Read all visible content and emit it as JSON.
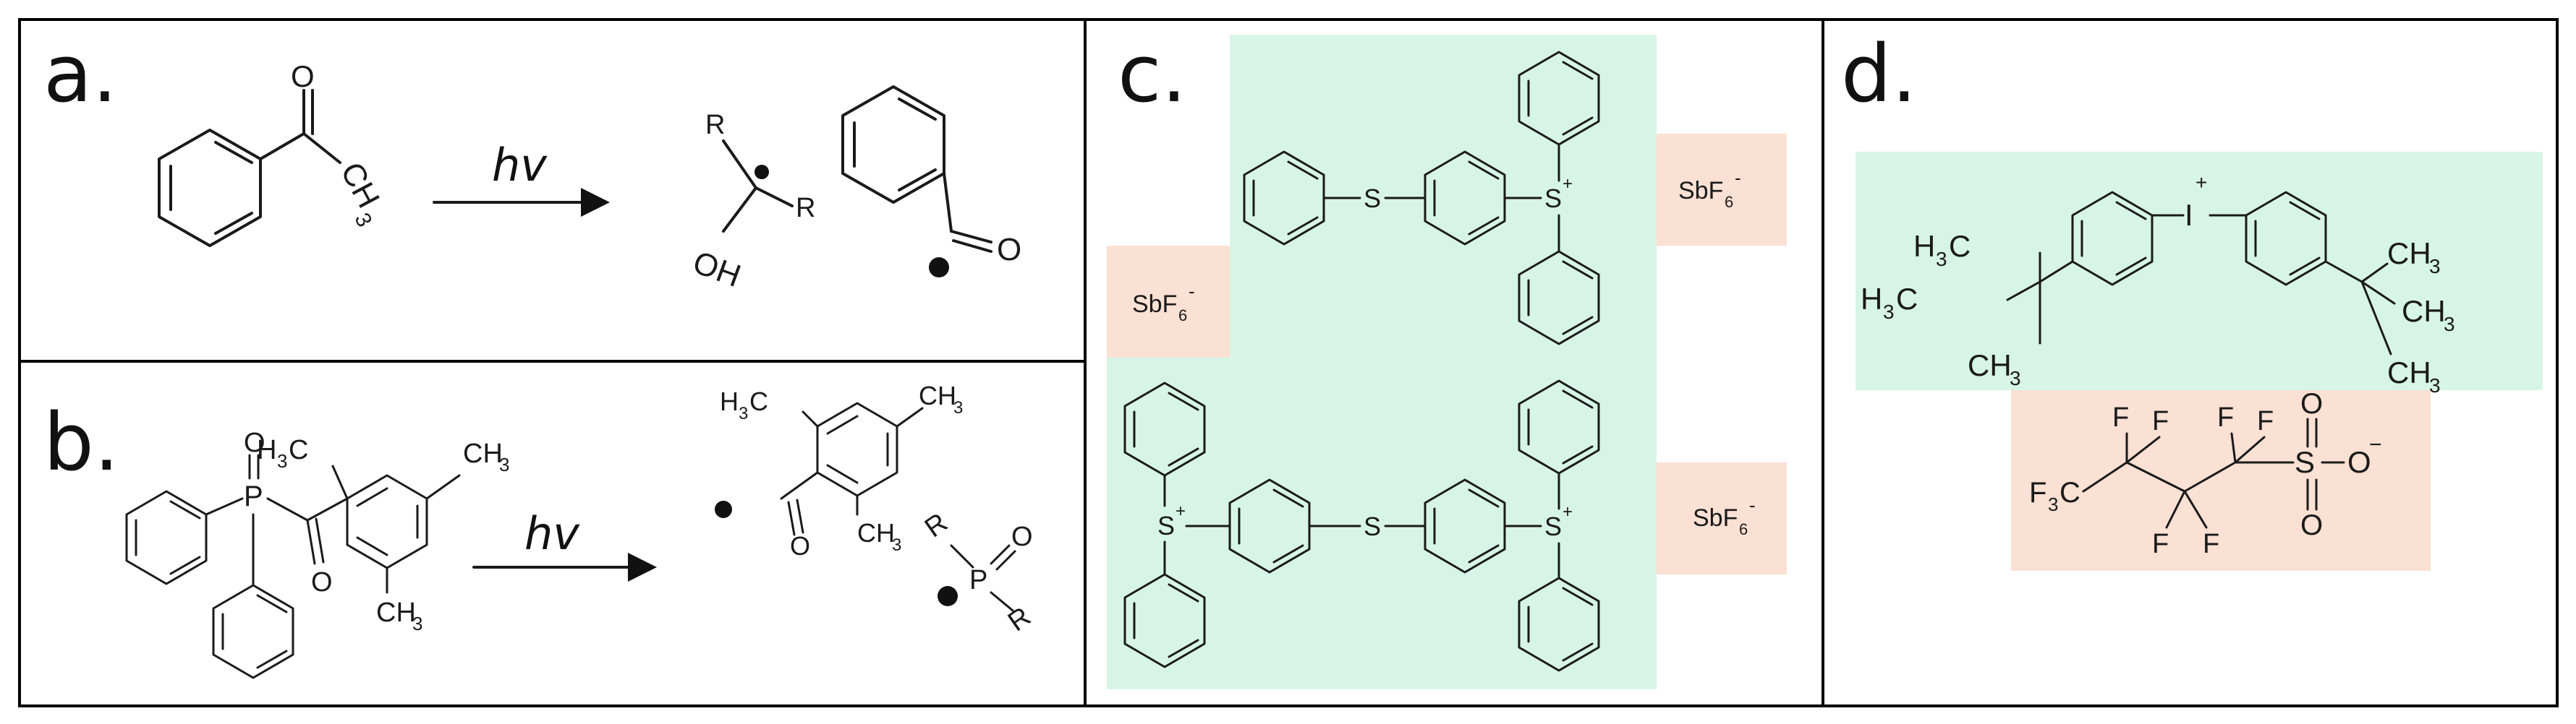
{
  "panels": {
    "a": {
      "label": "a.",
      "arrow_text": "hv",
      "reactant": {
        "o": "O",
        "ch3": "CH",
        "ch3_sub": "3"
      },
      "product1": {
        "r1": "R",
        "r2": "R",
        "oh": "OH"
      },
      "product2": {
        "o": "O"
      }
    },
    "b": {
      "label": "b.",
      "arrow_text": "hv",
      "reactant": {
        "h3c": "H",
        "h3c_sub": "3",
        "h3c_c": "C",
        "ch3_top": "CH",
        "ch3_top_sub": "3",
        "ch3_bottom": "CH",
        "ch3_bottom_sub": "3",
        "p": "P",
        "o1": "O",
        "o2": "O"
      },
      "product1": {
        "h3c": "H",
        "h3c_sub": "3",
        "h3c_c": "C",
        "ch3_top": "CH",
        "ch3_top_sub": "3",
        "ch3_bottom": "CH",
        "ch3_bottom_sub": "3",
        "o": "O"
      },
      "product2": {
        "r1": "R",
        "p": "P",
        "o": "O",
        "r2": "R"
      }
    },
    "c": {
      "label": "c.",
      "s": "S",
      "s_plus": "S",
      "plus": "+",
      "counterion": "SbF",
      "counterion_sub": "6",
      "counterion_sup": "-"
    },
    "d": {
      "label": "d.",
      "iodonium": "I",
      "plus": "+",
      "h3c": "H",
      "sub3": "3",
      "c": "C",
      "ch3": "CH",
      "f": "F",
      "f3c": "F",
      "s": "S",
      "o": "O",
      "o_minus": "O",
      "minus": "−"
    }
  },
  "colors": {
    "cation_highlight": "#d7f5e6",
    "anion_highlight": "#fbe0d4",
    "line": "#1a1a1a"
  }
}
